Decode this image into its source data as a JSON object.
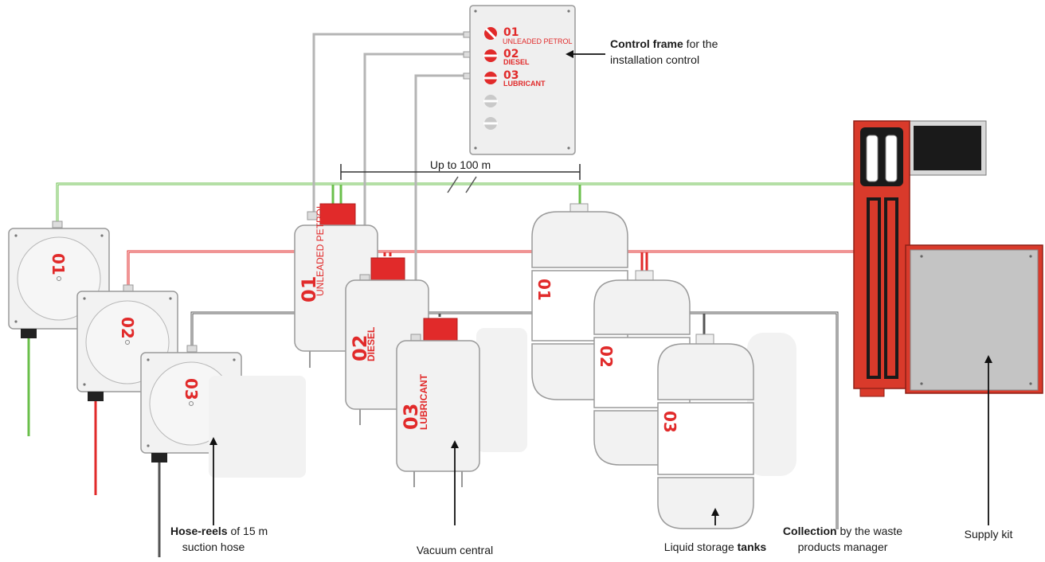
{
  "colors": {
    "red": "#e12a2a",
    "green": "#6abf4b",
    "grey_line": "#b5b5b5",
    "dark_line": "#444444",
    "unit_fill": "#f2f2f2",
    "unit_stroke": "#9a9a9a",
    "kit_red": "#d93a2b"
  },
  "control_frame": {
    "lines": [
      {
        "number": "01",
        "name": "UNLEADED PETROL"
      },
      {
        "number": "02",
        "name": "DIESEL"
      },
      {
        "number": "03",
        "name": "LUBRICANT"
      }
    ]
  },
  "distance_label": "Up to 100 m",
  "hose_reels": [
    "01",
    "02",
    "03"
  ],
  "vacuum_units": [
    {
      "number": "01",
      "name": "UNLEADED PETROL"
    },
    {
      "number": "02",
      "name": "DIESEL"
    },
    {
      "number": "03",
      "name": "LUBRICANT"
    }
  ],
  "tanks": [
    "01",
    "02",
    "03"
  ],
  "callouts": {
    "control": {
      "bold": "Control frame",
      "rest": " for the",
      "line2": "installation control"
    },
    "hose": {
      "bold": "Hose-reels",
      "rest": " of 15 m",
      "line2": "suction hose"
    },
    "vacuum": {
      "text": "Vacuum central"
    },
    "tanks": {
      "text": "Liquid storage ",
      "bold": "tanks"
    },
    "collection": {
      "bold": "Collection",
      "rest": " by the waste",
      "line2": "products manager"
    },
    "supply": {
      "text": "Supply kit"
    }
  }
}
